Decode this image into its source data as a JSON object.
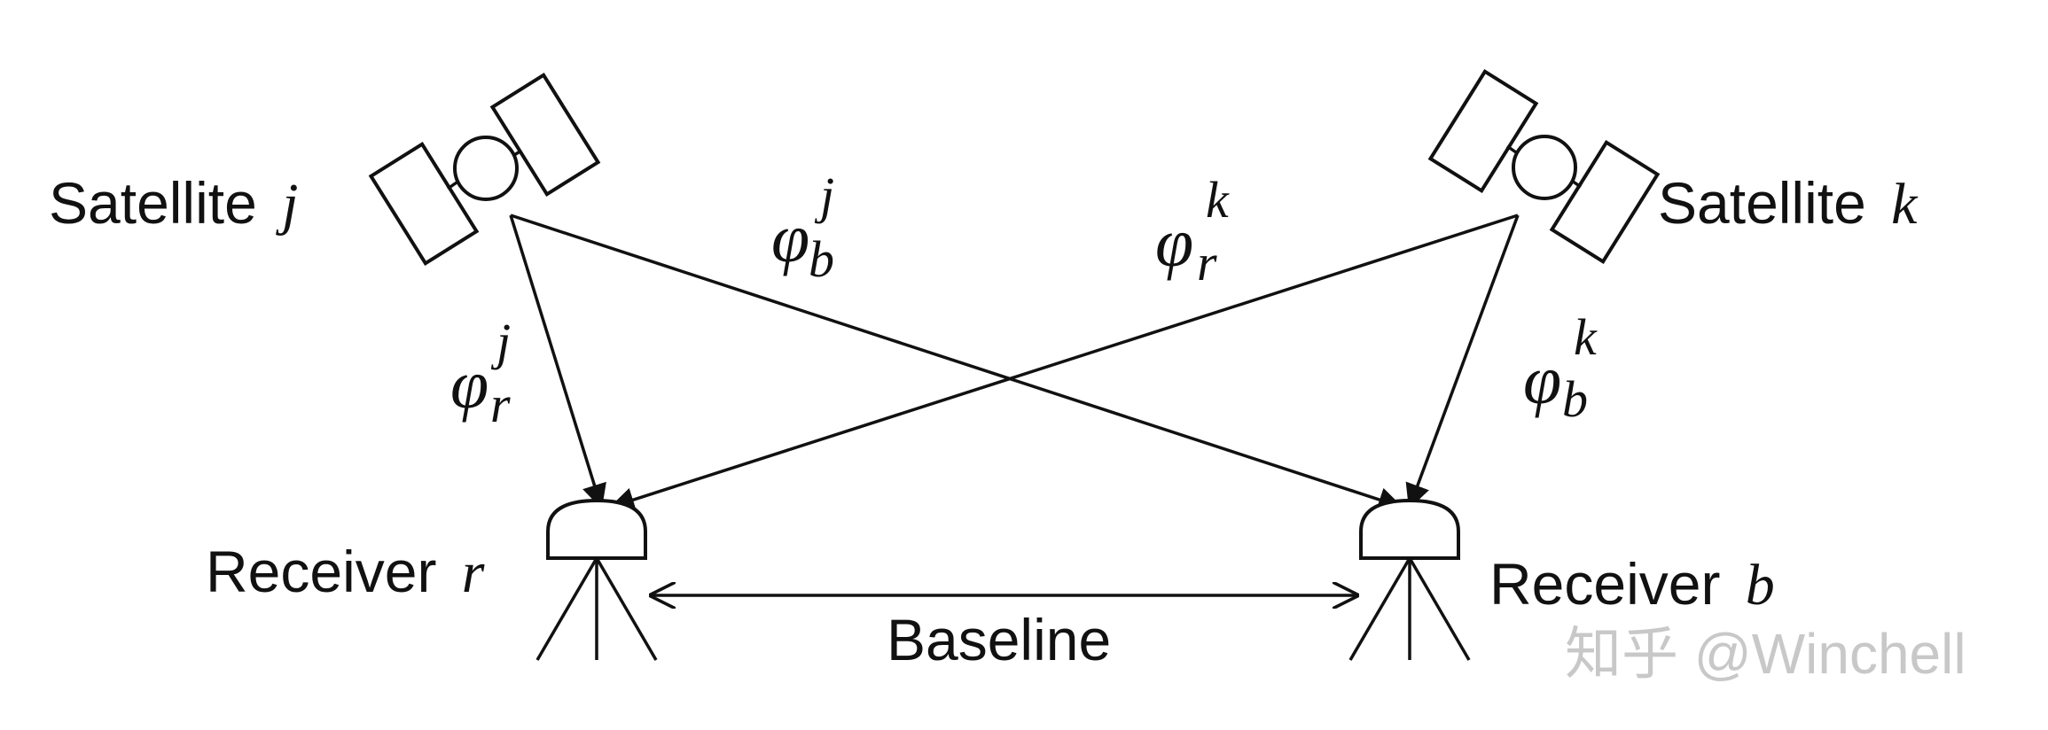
{
  "satellites": {
    "j": {
      "label": "Satellite",
      "var": "j"
    },
    "k": {
      "label": "Satellite",
      "var": "k"
    }
  },
  "receivers": {
    "r": {
      "label": "Receiver",
      "var": "r"
    },
    "b": {
      "label": "Receiver",
      "var": "b"
    }
  },
  "signals": {
    "phi_r_j": {
      "base": "φ",
      "sub": "r",
      "sup": "j"
    },
    "phi_b_j": {
      "base": "φ",
      "sub": "b",
      "sup": "j"
    },
    "phi_r_k": {
      "base": "φ",
      "sub": "r",
      "sup": "k"
    },
    "phi_b_k": {
      "base": "φ",
      "sub": "b",
      "sup": "k"
    }
  },
  "baseline_label": "Baseline",
  "watermark": "知乎 @Winchell"
}
